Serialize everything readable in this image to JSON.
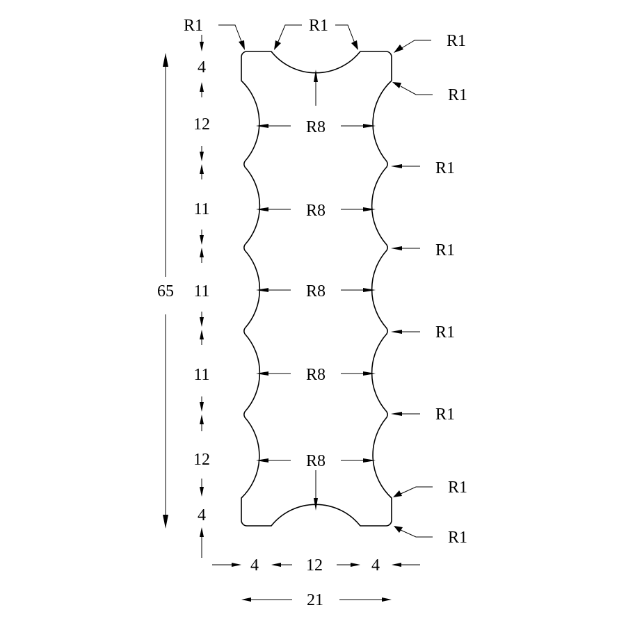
{
  "labels": {
    "radius_top_left": "R1",
    "radius_top_center": "R1",
    "radius_top_right": "R1",
    "radius_right_1": "R1",
    "radius_right_2": "R1",
    "radius_right_3": "R1",
    "radius_right_4": "R1",
    "radius_right_5": "R1",
    "radius_right_6": "R1",
    "radius_right_7": "R1",
    "radius_large_1": "R8",
    "radius_large_2": "R8",
    "radius_large_3": "R8",
    "radius_large_4": "R8",
    "radius_large_5": "R8"
  },
  "dimensions": {
    "overall_height": "65",
    "overall_width": "21",
    "vertical_segments": [
      "4",
      "12",
      "11",
      "11",
      "11",
      "12",
      "4"
    ],
    "horizontal_segments": [
      "4",
      "12",
      "4"
    ]
  }
}
